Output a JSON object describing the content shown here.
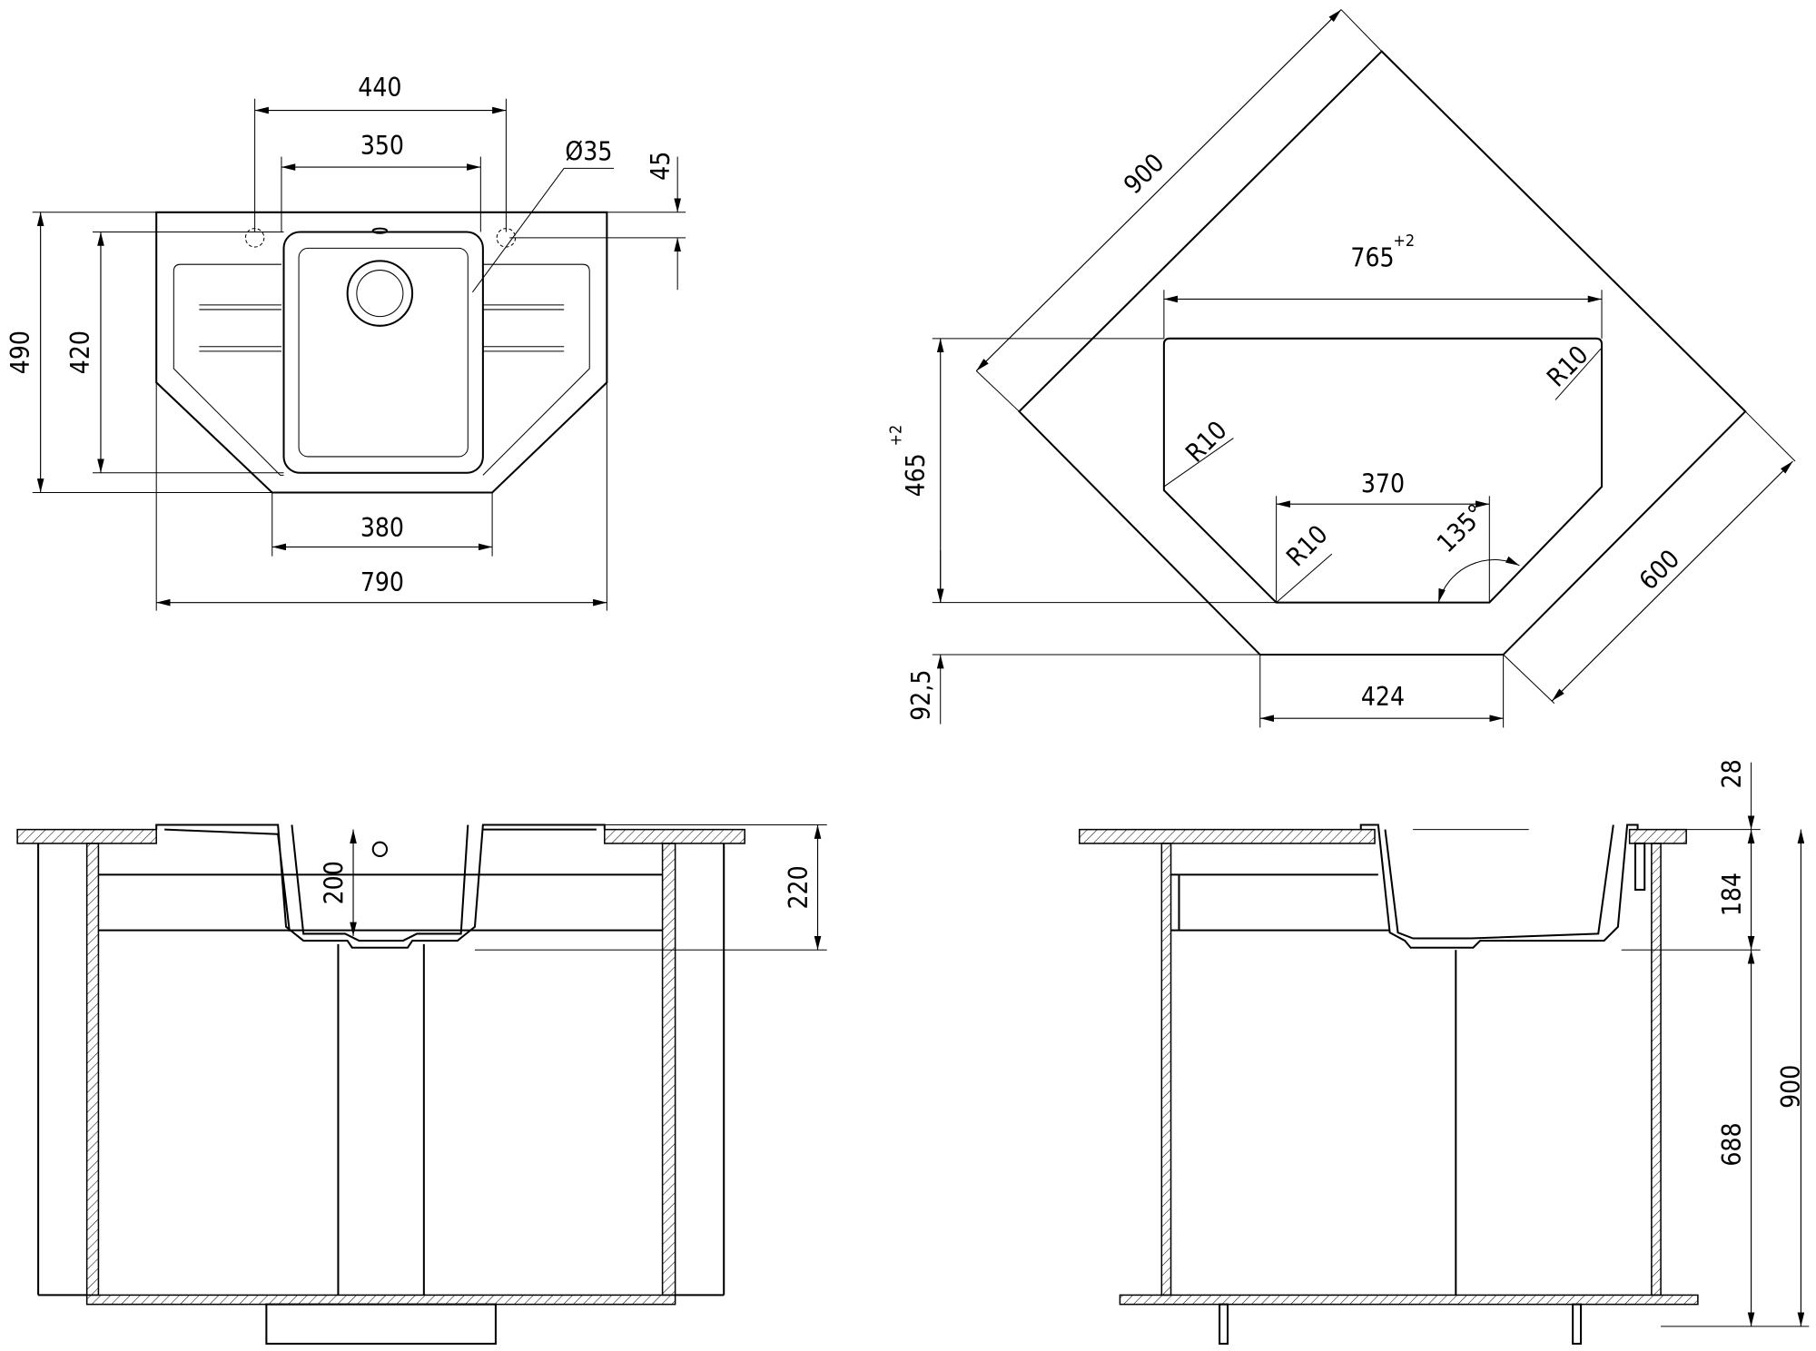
{
  "plan_view": {
    "d440": "440",
    "d350": "350",
    "d35": "Ø35",
    "d45": "45",
    "d490": "490",
    "d420": "420",
    "d380": "380",
    "d790": "790"
  },
  "corner_view": {
    "d900": "900",
    "d765": "765",
    "tol765": "+2",
    "d465": "465",
    "tol465": "+2",
    "r1": "R10",
    "r2": "R10",
    "r3": "R10",
    "d370": "370",
    "angle": "135°",
    "d600": "600",
    "d424": "424",
    "d92": "92,5"
  },
  "front_section": {
    "d200": "200",
    "d220": "220"
  },
  "side_section": {
    "d28": "28",
    "d184": "184",
    "d688": "688",
    "d900": "900"
  }
}
